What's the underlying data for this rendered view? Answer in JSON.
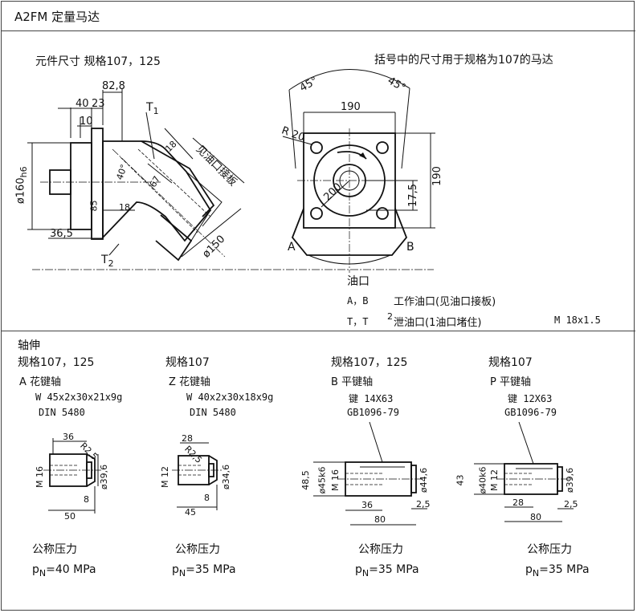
{
  "header": {
    "title": "A2FM  定量马达"
  },
  "component": {
    "heading": "元件尺寸  规格107，125",
    "note": "括号中的尺寸用于规格为107的马达",
    "dims_side": {
      "d_828": "82,8",
      "d_40": "40",
      "d_23": "23",
      "d_10": "10",
      "t1": "T",
      "t1_sub": "1",
      "t2": "T",
      "t2_sub": "2",
      "d_18a": "18",
      "d_67": "67",
      "d_40deg": "40°",
      "d_85": "85",
      "d_18b": "18",
      "d_365": "36,5",
      "d_160": "ø160",
      "d_160_tol": "h6",
      "d_150": "ø150",
      "port_note": "见油口接板"
    },
    "dims_front": {
      "a45l": "45°",
      "a45r": "45°",
      "d_190w": "190",
      "d_190h": "190",
      "r20": "R 20",
      "d_200": "200",
      "d_175": "17,5",
      "port_a": "A",
      "port_b": "B"
    },
    "ports": {
      "heading": "油口",
      "row1_code": "A，B",
      "row1_desc": "工作油口(见油口接板)",
      "row2_code": "T，T",
      "row2_sup": "2",
      "row2_desc": "泄油口(1油口堵住)",
      "row2_size": "M 18x1.5"
    }
  },
  "shaft": {
    "heading": "轴伸",
    "items": [
      {
        "spec": "规格107，125",
        "type_code": "A",
        "type_name": "花键轴",
        "line1": "W 45x2x30x21x9g",
        "line2": "DIN  5480",
        "dims": {
          "top": "36",
          "r": "R2,5",
          "m": "M 16",
          "d": "ø39,6",
          "small": "8",
          "bottom": "50"
        },
        "pressure_label": "公称压力",
        "pressure_sym": "p",
        "pressure_sub": "N",
        "pressure_val": "=40  MPa"
      },
      {
        "spec": "规格107",
        "type_code": "Z",
        "type_name": "花键轴",
        "line1": "W 40x2x30x18x9g",
        "line2": "DIN  5480",
        "dims": {
          "top": "28",
          "r": "R2,5",
          "m": "M 12",
          "d": "ø34,6",
          "small": "8",
          "bottom": "45"
        },
        "pressure_label": "公称压力",
        "pressure_sym": "p",
        "pressure_sub": "N",
        "pressure_val": "=35  MPa"
      },
      {
        "spec": "规格107，125",
        "type_code": "B",
        "type_name": "平键轴",
        "line1": "键     14X63",
        "line2": "GB1096-79",
        "dims": {
          "h": "48,5",
          "d1": "ø45",
          "d1_tol": "k6",
          "m": "M 16",
          "d": "ø44,6",
          "mid": "36",
          "small": "2,5",
          "bottom": "80"
        },
        "pressure_label": "公称压力",
        "pressure_sym": "p",
        "pressure_sub": "N",
        "pressure_val": "=35  MPa"
      },
      {
        "spec": "规格107",
        "type_code": "P",
        "type_name": "平键轴",
        "line1": "键     12X63",
        "line2": "GB1096-79",
        "dims": {
          "h": "43",
          "d1": "ø40",
          "d1_tol": "k6",
          "m": "M 12",
          "d": "ø39,6",
          "mid": "28",
          "small": "2,5",
          "bottom": "80"
        },
        "pressure_label": "公称压力",
        "pressure_sym": "p",
        "pressure_sub": "N",
        "pressure_val": "=35  MPa"
      }
    ]
  }
}
